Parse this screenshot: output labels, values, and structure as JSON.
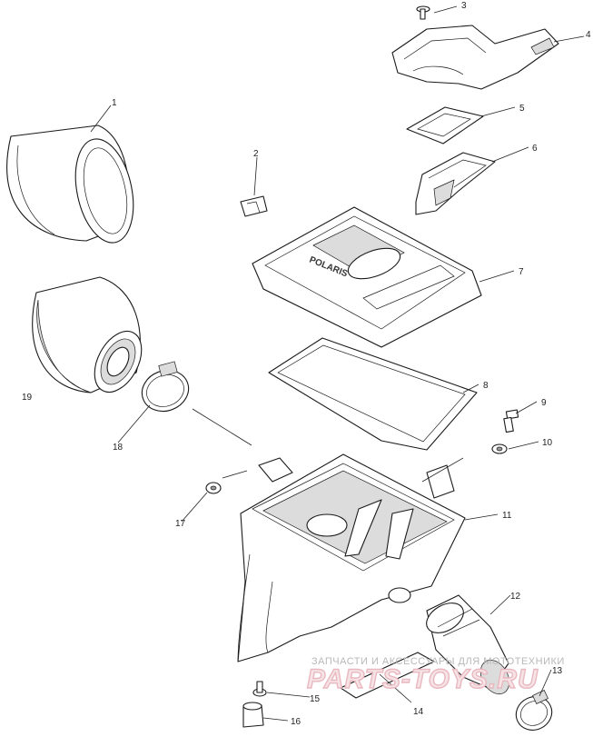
{
  "callouts": [
    {
      "id": "1",
      "label": "1"
    },
    {
      "id": "2a",
      "label": "2"
    },
    {
      "id": "3",
      "label": "3"
    },
    {
      "id": "4",
      "label": "4"
    },
    {
      "id": "5",
      "label": "5"
    },
    {
      "id": "6",
      "label": "6"
    },
    {
      "id": "7",
      "label": "7"
    },
    {
      "id": "8",
      "label": "8"
    },
    {
      "id": "9",
      "label": "9"
    },
    {
      "id": "10",
      "label": "10"
    },
    {
      "id": "11",
      "label": "11"
    },
    {
      "id": "12",
      "label": "12"
    },
    {
      "id": "13",
      "label": "13"
    },
    {
      "id": "14",
      "label": "14"
    },
    {
      "id": "15",
      "label": "15"
    },
    {
      "id": "16",
      "label": "16"
    },
    {
      "id": "17",
      "label": "17"
    },
    {
      "id": "18",
      "label": "18"
    },
    {
      "id": "19",
      "label": "19"
    }
  ],
  "lid_brand": "POLARIS",
  "watermark": {
    "line": "ЗАПЧАСТИ И АКСЕССУАРЫ ДЛЯ МОТОТЕХНИКИ",
    "site": "PARTS-TOYS.RU"
  }
}
